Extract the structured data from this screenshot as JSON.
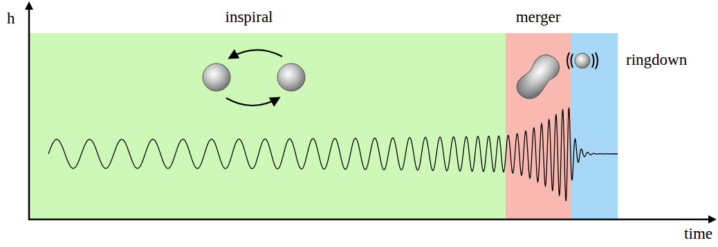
{
  "diagram": {
    "labels": [
      "h",
      "inspiral",
      "merger",
      "ringdown",
      "time"
    ]
  }
}
